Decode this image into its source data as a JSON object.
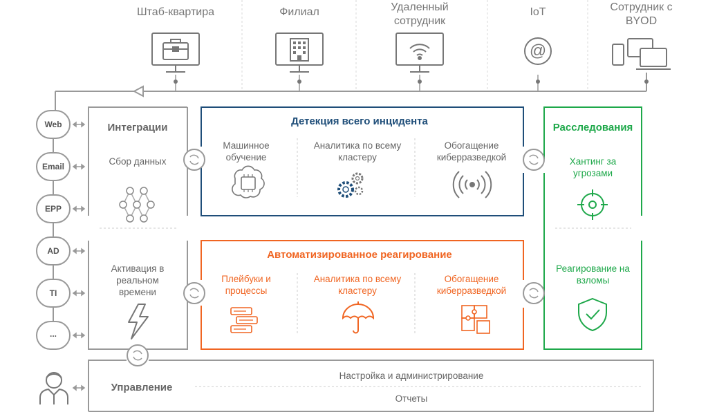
{
  "top": {
    "hq": "Штаб-квартира",
    "branch": "Филиал",
    "remote": "Удаленный сотрудник",
    "iot": "IoT",
    "byod": "Сотрудник с BYOD"
  },
  "sources": [
    "Web",
    "Email",
    "EPP",
    "AD",
    "TI",
    "..."
  ],
  "integrations": {
    "title": "Интеграции",
    "collect": "Сбор данных",
    "activation": "Активация в реальном времени"
  },
  "detection": {
    "title": "Детекция всего инцидента",
    "ml": "Машинное обучение",
    "analytics": "Аналитика по всему кластеру",
    "enrich": "Обогащение киберразведкой"
  },
  "response": {
    "title": "Автоматизированное реагирование",
    "playbooks": "Плейбуки и процессы",
    "analytics": "Аналитика по всему кластеру",
    "enrich": "Обогащение киберразведкой"
  },
  "investigation": {
    "title": "Расследования",
    "hunting": "Хантинг за угрозами",
    "breach": "Реагирование на взломы"
  },
  "management": {
    "title": "Управление",
    "config": "Настройка и администрирование",
    "reports": "Отчеты"
  },
  "colors": {
    "gray": "#999999",
    "blue": "#1f4e79",
    "orange": "#f06522",
    "green": "#1ea84a"
  }
}
